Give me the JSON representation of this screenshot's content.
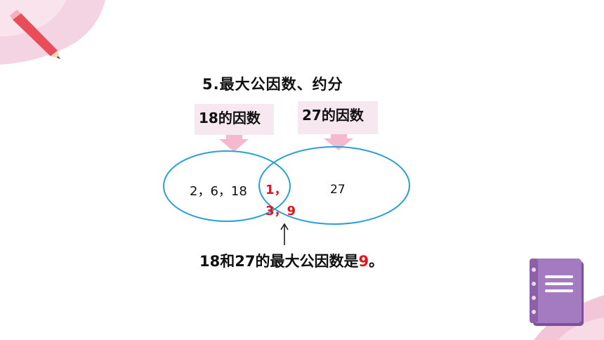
{
  "title": "5.最大公因数、约分",
  "factors_of_18_label": "18的因数",
  "factors_of_27_label": "27的因数",
  "only_18": "2，6，18",
  "common_factors": "1，3，9",
  "only_27": "27",
  "conclusion": {
    "prefix": "18和27的最大公因数是",
    "answer": "9",
    "suffix": "。"
  },
  "colors": {
    "circle": "#2aa0d8",
    "highlight": "#e8101a",
    "label_bg": "#f7e7ee",
    "label_arrow": "#f4b8cf",
    "deco_pink": "#f2c6d8",
    "notebook": "#9a6fb5"
  },
  "icons": [
    "pencil-icon",
    "notebook-icon",
    "arrow-up-icon"
  ]
}
